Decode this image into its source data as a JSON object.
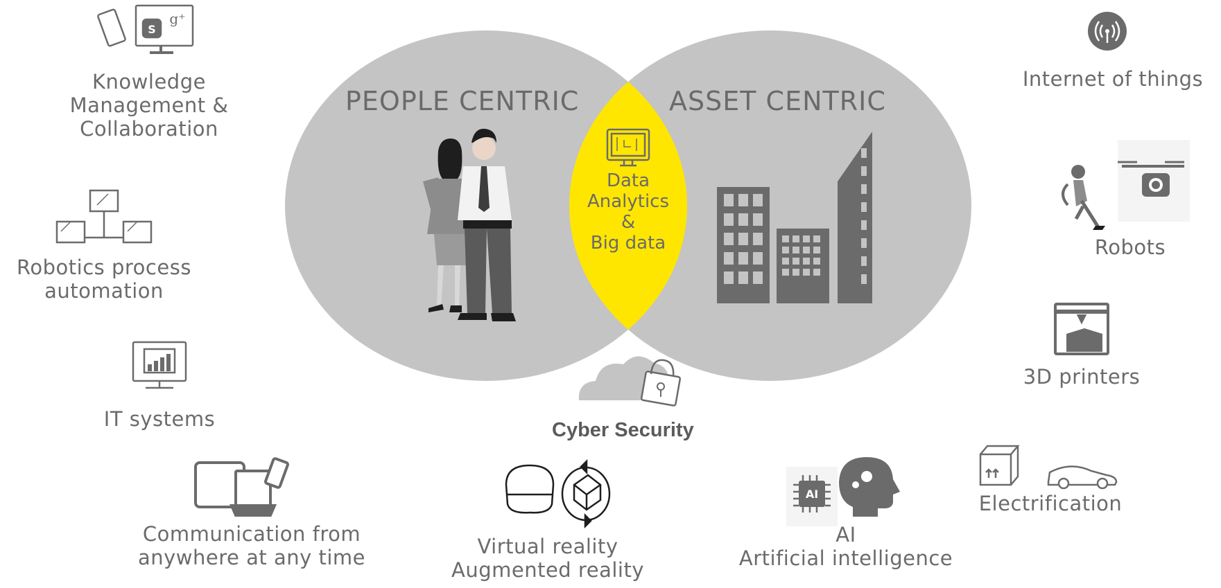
{
  "venn": {
    "left_title": "PEOPLE CENTRIC",
    "right_title": "ASSET CENTRIC",
    "overlap_lines": [
      "Data",
      "Analytics",
      "&",
      "Big data"
    ],
    "colors": {
      "circle": "#c4c4c4",
      "overlap": "#ffe600",
      "icon": "#6b6b6b"
    }
  },
  "cyber": {
    "label": "Cyber Security",
    "icon": "cloud-lock-icon"
  },
  "left_items": [
    {
      "lines": [
        "Knowledge",
        "Management &",
        "Collaboration"
      ],
      "icon": "devices-skype-gplus-icon"
    },
    {
      "lines": [
        "Robotics process",
        "automation"
      ],
      "icon": "network-monitors-icon"
    },
    {
      "lines": [
        "IT systems"
      ],
      "icon": "monitor-chart-icon"
    },
    {
      "lines": [
        "Communication from",
        "anywhere at any time"
      ],
      "icon": "multi-device-icon"
    }
  ],
  "right_items": [
    {
      "lines": [
        "Internet of things"
      ],
      "icon": "wireless-signal-icon"
    },
    {
      "lines": [
        "Robots"
      ],
      "icon": "robot-drone-icon"
    },
    {
      "lines": [
        "3D printers"
      ],
      "icon": "3d-printer-icon"
    },
    {
      "lines": [
        "Electrification"
      ],
      "icon": "box-car-icon"
    }
  ],
  "bottom_items": [
    {
      "lines": [
        "Virtual reality",
        "Augmented reality"
      ],
      "icon": "vr-headset-cube-icon"
    },
    {
      "lines": [
        "AI",
        "Artificial intelligence"
      ],
      "icon": "ai-chip-brain-icon"
    }
  ]
}
